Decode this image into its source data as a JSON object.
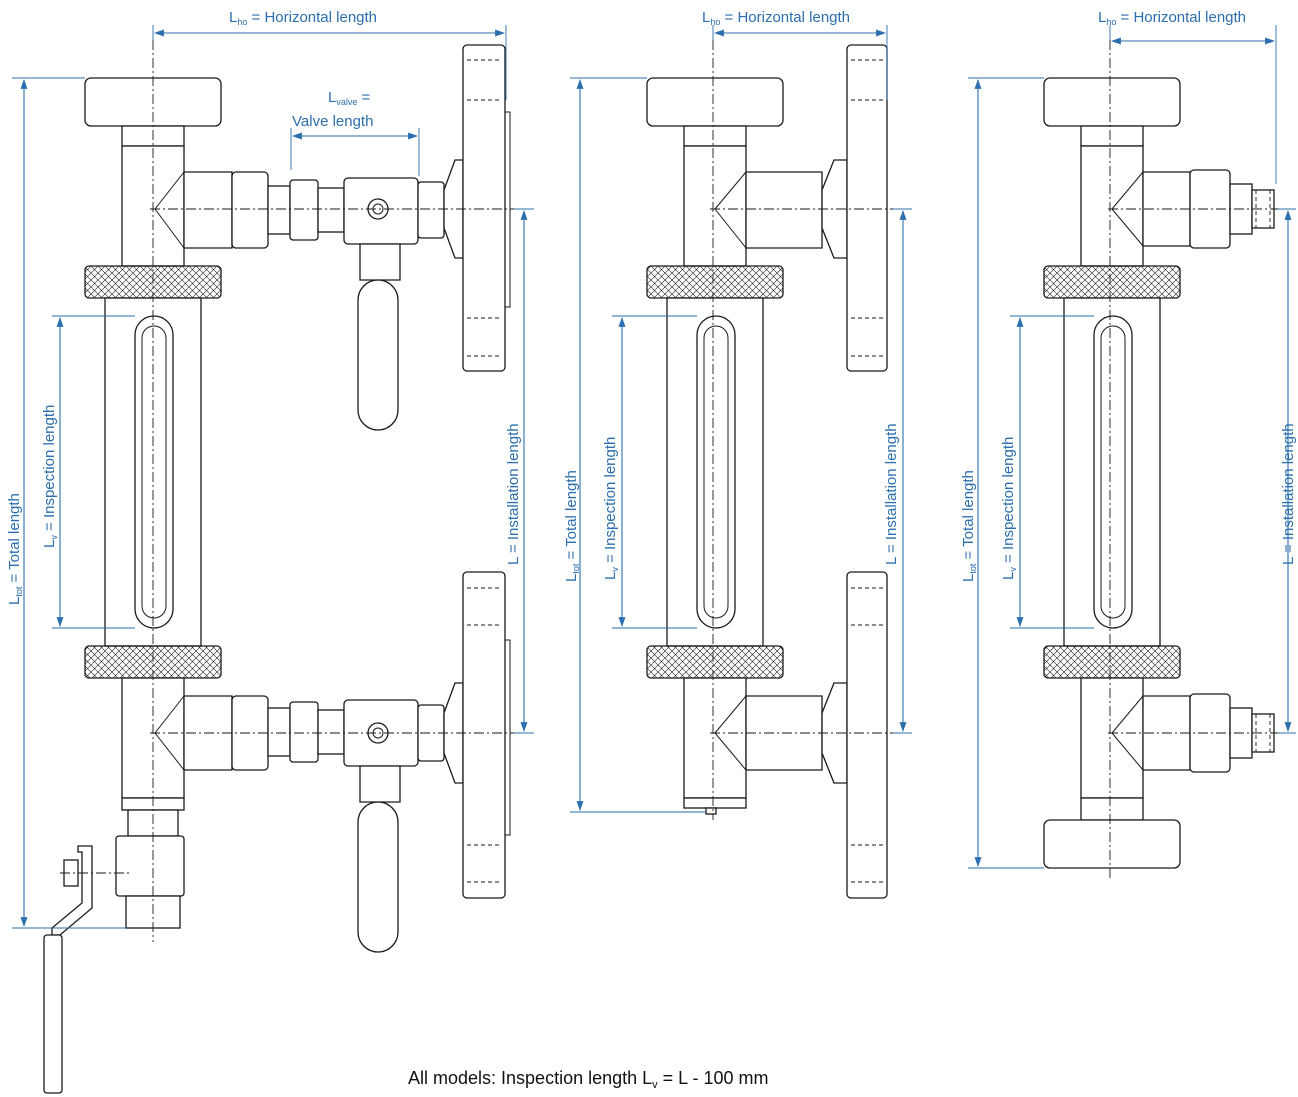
{
  "labels": {
    "horizontal_length": {
      "symbol": "L",
      "sub": "ho",
      "text": " = Horizontal length"
    },
    "valve_length_line1": {
      "symbol": "L",
      "sub": "valve",
      "text": " ="
    },
    "valve_length_line2": "Valve length",
    "total_length": {
      "symbol": "L",
      "sub": "tot",
      "text": " = Total length"
    },
    "inspection_length": {
      "symbol": "L",
      "sub": "v",
      "text": " = Inspection length"
    },
    "installation_length": "L = Installation length"
  },
  "footnote": {
    "prefix": "All models: Inspection length L",
    "sub": "v",
    "suffix": " = L - 100 mm"
  },
  "colors": {
    "dimension": "#2b6fae",
    "outline": "#1a1a1a"
  }
}
